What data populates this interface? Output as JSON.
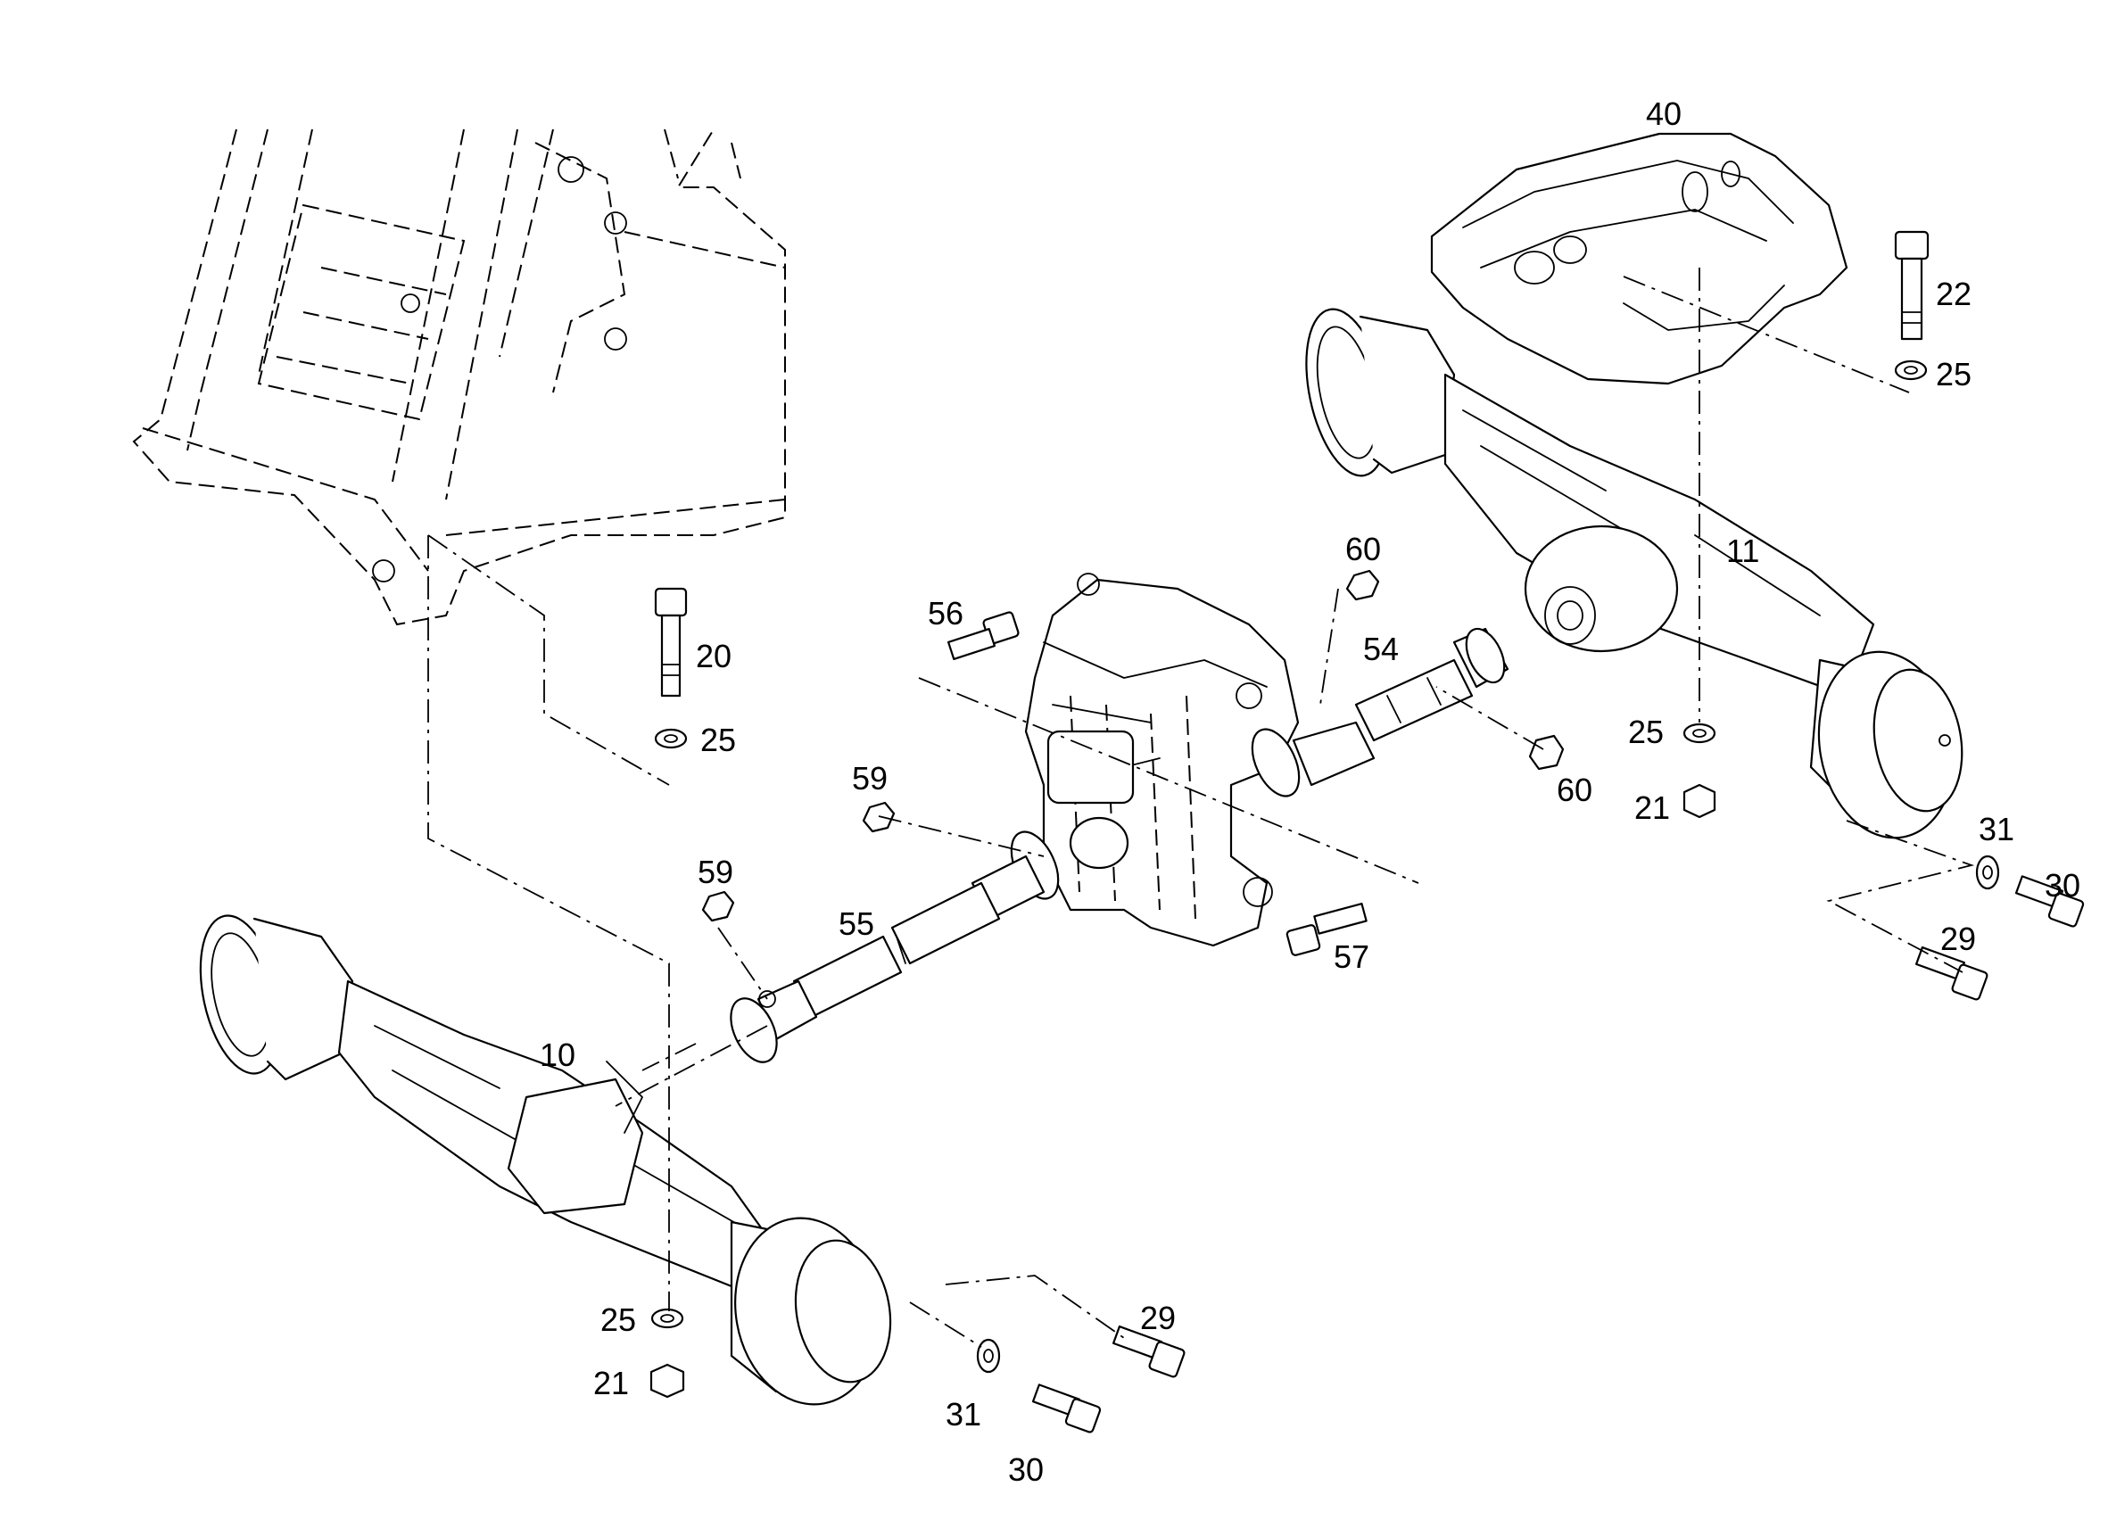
{
  "diagram": {
    "callouts": [
      "40",
      "22",
      "25",
      "11",
      "60",
      "56",
      "54",
      "20",
      "25",
      "60",
      "25",
      "21",
      "59",
      "59",
      "55",
      "10",
      "31",
      "30",
      "29",
      "57",
      "29",
      "25",
      "21",
      "31",
      "30"
    ],
    "colors": {
      "line": "#000000",
      "background": "#ffffff"
    }
  }
}
